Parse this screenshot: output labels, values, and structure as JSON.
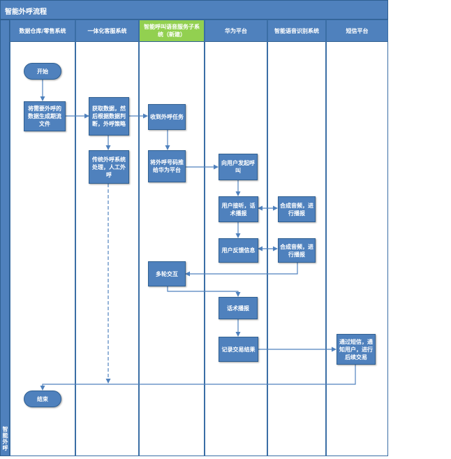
{
  "title": "智能外呼流程",
  "side_label": "智能外呼",
  "lanes": [
    {
      "label": "数据仓库/零售系统"
    },
    {
      "label": "一体化客服系统"
    },
    {
      "label": "智能呼叫语音服务子系统（新建）"
    },
    {
      "label": "华为平台"
    },
    {
      "label": "智能语音识别系统"
    },
    {
      "label": "短信平台"
    }
  ],
  "nodes": {
    "start": "开始",
    "gen_file": "将需要外呼的数据生成期流文件",
    "fetch": "获取数据，然后根据数据判断，外呼策略",
    "receive": "收到外呼任务",
    "traditional": "传统外呼系统处理，人工外呼",
    "push": "将外呼号码推给华为平台",
    "dial": "向用户发起呼叫",
    "answer": "用户接听，话术播报",
    "synth1": "合成音频，进行播报",
    "feedback": "用户反馈信息",
    "synth2": "合成音频，进行播报",
    "multi": "多轮交互",
    "script": "话术播报",
    "record": "记录交易结果",
    "sms": "通过短信，通知用户，进行后续交易",
    "end": "结束"
  },
  "colors": {
    "lane_header": "#4f81bd",
    "new_lane_header": "#92d050",
    "node": "#4f81bd",
    "connector": "#4f81bd"
  }
}
